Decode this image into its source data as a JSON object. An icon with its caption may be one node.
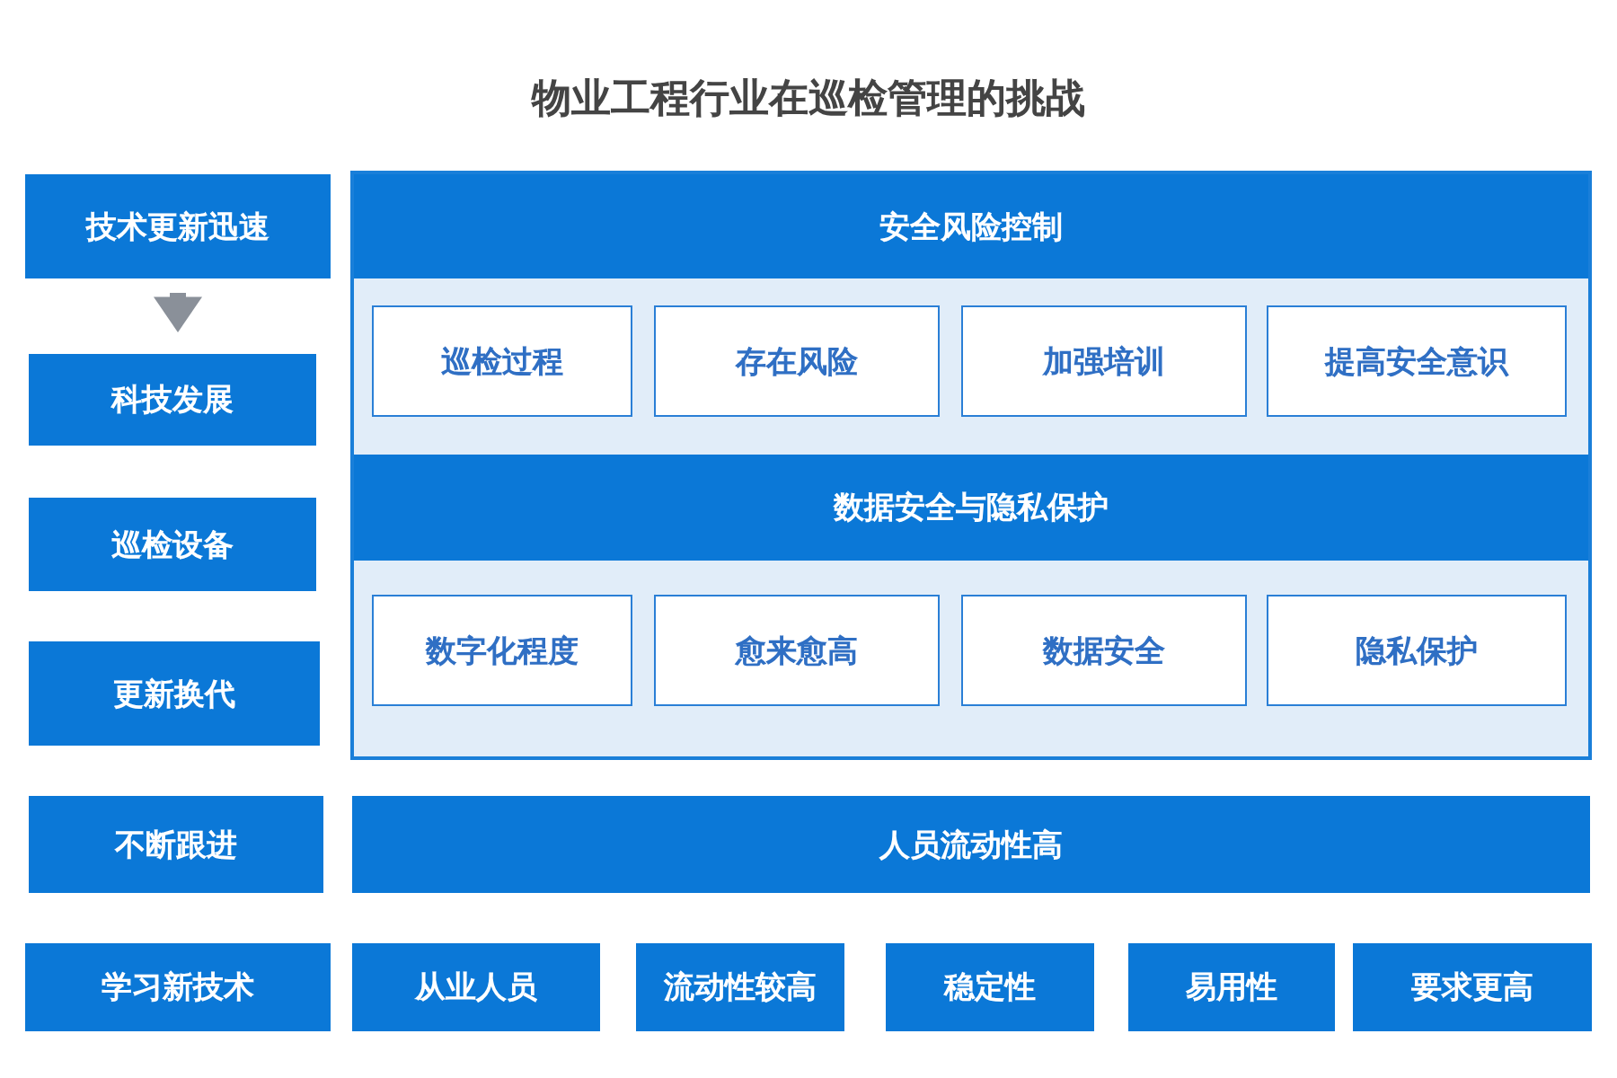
{
  "diagram": {
    "title": "物业工程行业在巡检管理的挑战",
    "nodes": [
      {
        "text": [
          "技术更新迅速"
        ]
      },
      {
        "text": [
          "科技发展"
        ]
      },
      {
        "text": [
          "巡检设备"
        ]
      },
      {
        "text": [
          "更新换代"
        ]
      },
      {
        "text": [],
        "shape": "box"
      },
      {
        "text": [
          "安全风险控制"
        ],
        "in": 4
      },
      {
        "text": [
          "巡检过程"
        ],
        "in": 4
      },
      {
        "text": [
          "存在风险"
        ],
        "in": 4
      },
      {
        "text": [
          "加强培训"
        ],
        "in": 4
      },
      {
        "text": [
          "提高安全意识"
        ],
        "in": 4
      },
      {
        "text": [
          "数据安全与隐私保护"
        ],
        "in": 4
      },
      {
        "text": [
          "数字化程度"
        ],
        "in": 4
      },
      {
        "text": [
          "愈来愈高"
        ],
        "in": 4
      },
      {
        "text": [
          "数据安全"
        ],
        "in": 4
      },
      {
        "text": [
          "隐私保护"
        ],
        "in": 4
      },
      {
        "text": [
          "不断跟进"
        ]
      },
      {
        "text": [
          "人员流动性高"
        ]
      },
      {
        "text": [
          "学习新技术"
        ]
      },
      {
        "text": [
          "从业人员"
        ]
      },
      {
        "text": [
          "流动性较高"
        ]
      },
      {
        "text": [
          "稳定性"
        ]
      },
      {
        "text": [
          "易用性"
        ]
      },
      {
        "text": [
          "要求更高"
        ]
      }
    ],
    "edges": [
      {
        "from": 0,
        "to": 1,
        "arrow": "to"
      }
    ]
  }
}
